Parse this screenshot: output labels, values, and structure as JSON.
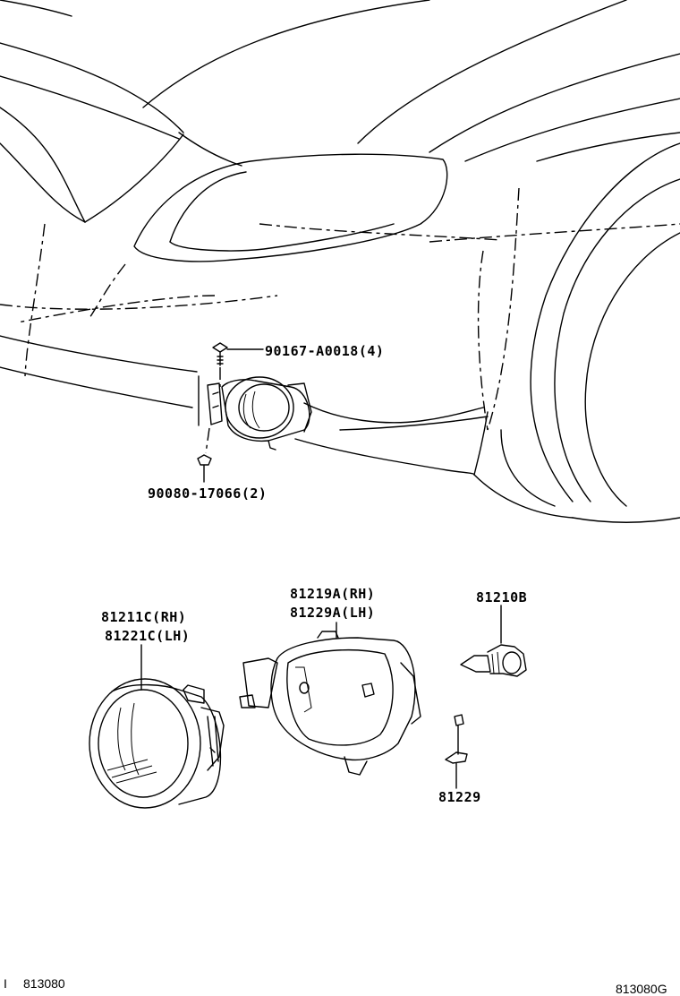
{
  "parts": {
    "screw": "90167-A0018(4)",
    "nut": "90080-17066(2)",
    "lens_rh": "81211C(RH)",
    "lens_lh": "81221C(LH)",
    "housing_rh": "81219A(RH)",
    "housing_lh": "81229A(LH)",
    "bulb": "81210B",
    "socket": "81229"
  },
  "footer": {
    "left_marker": "I",
    "left_code": "813080",
    "right_code": "813080G"
  }
}
